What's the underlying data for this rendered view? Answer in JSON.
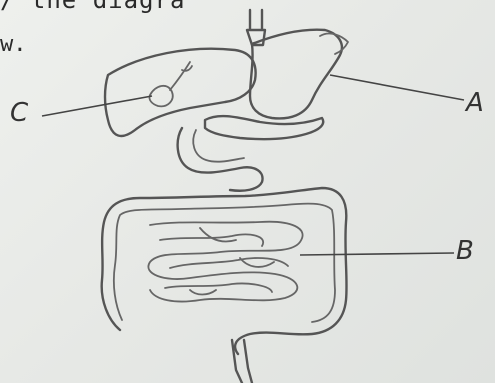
{
  "header": {
    "line1": "/ the diagra",
    "line2": "w."
  },
  "labels": {
    "a": "A",
    "b": "B",
    "c": "C"
  }
}
